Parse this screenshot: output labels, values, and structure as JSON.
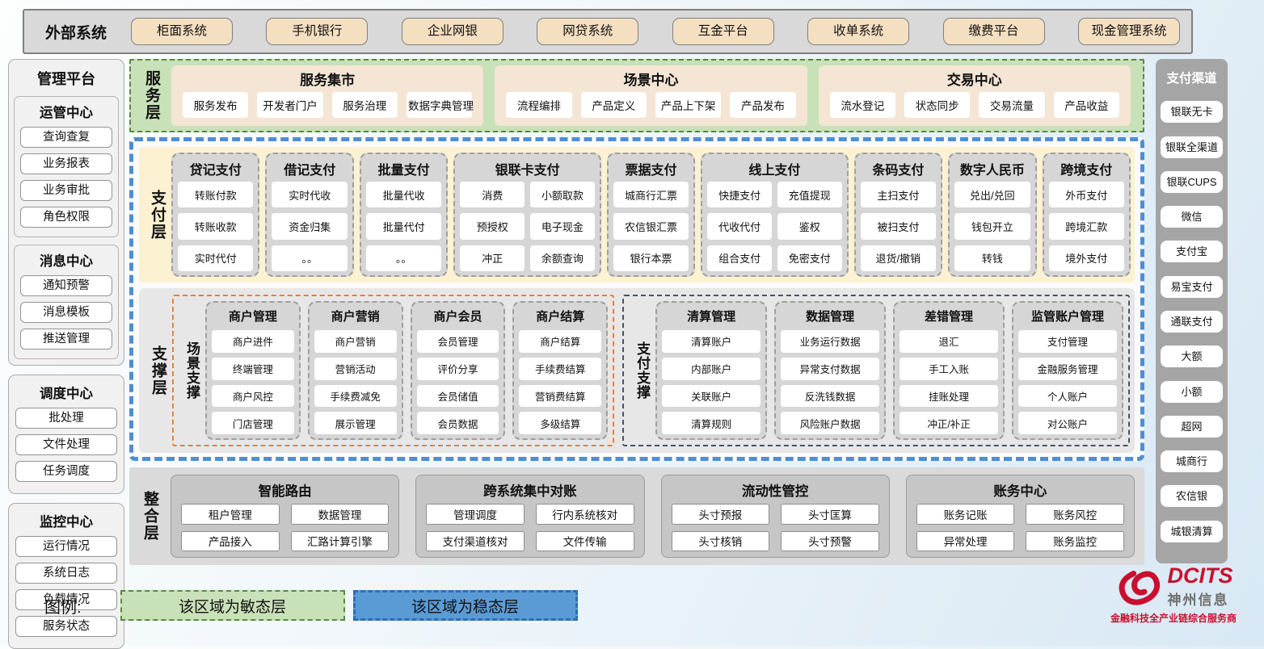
{
  "external": {
    "title": "外部系统",
    "systems": [
      "柜面系统",
      "手机银行",
      "企业网银",
      "网贷系统",
      "互金平台",
      "收单系统",
      "缴费平台",
      "现金管理系统"
    ]
  },
  "management": {
    "title": "管理平台",
    "groups": [
      {
        "title": "运管中心",
        "items": [
          "查询查复",
          "业务报表",
          "业务审批",
          "角色权限"
        ]
      },
      {
        "title": "消息中心",
        "items": [
          "通知预警",
          "消息模板",
          "推送管理"
        ]
      },
      {
        "title": "调度中心",
        "items": [
          "批处理",
          "文件处理",
          "任务调度"
        ]
      },
      {
        "title": "监控中心",
        "items": [
          "运行情况",
          "系统日志",
          "负载情况",
          "服务状态"
        ]
      }
    ]
  },
  "service_layer": {
    "label": "服务层",
    "groups": [
      {
        "title": "服务集市",
        "items": [
          "服务发布",
          "开发者门户",
          "服务治理",
          "数据字典管理"
        ]
      },
      {
        "title": "场景中心",
        "items": [
          "流程编排",
          "产品定义",
          "产品上下架",
          "产品发布"
        ]
      },
      {
        "title": "交易中心",
        "items": [
          "流水登记",
          "状态同步",
          "交易流量",
          "产品收益"
        ]
      }
    ]
  },
  "payment_layer": {
    "label": "支付层",
    "columns": [
      {
        "title": "贷记支付",
        "cols": 1,
        "items": [
          "转账付款",
          "转账收款",
          "实时代付"
        ]
      },
      {
        "title": "借记支付",
        "cols": 1,
        "items": [
          "实时代收",
          "资金归集",
          "。。"
        ]
      },
      {
        "title": "批量支付",
        "cols": 1,
        "items": [
          "批量代收",
          "批量代付",
          "。。"
        ]
      },
      {
        "title": "银联卡支付",
        "cols": 2,
        "items": [
          "消费",
          "小额取款",
          "预授权",
          "电子现金",
          "冲正",
          "余额查询"
        ]
      },
      {
        "title": "票据支付",
        "cols": 1,
        "items": [
          "城商行汇票",
          "农信银汇票",
          "银行本票"
        ]
      },
      {
        "title": "线上支付",
        "cols": 2,
        "items": [
          "快捷支付",
          "充值提现",
          "代收代付",
          "鉴权",
          "组合支付",
          "免密支付"
        ]
      },
      {
        "title": "条码支付",
        "cols": 1,
        "items": [
          "主扫支付",
          "被扫支付",
          "退货/撤销"
        ]
      },
      {
        "title": "数字人民币",
        "cols": 1,
        "items": [
          "兑出/兑回",
          "钱包开立",
          "转钱"
        ]
      },
      {
        "title": "跨境支付",
        "cols": 1,
        "items": [
          "外币支付",
          "跨境汇款",
          "境外支付"
        ]
      }
    ]
  },
  "support_layer": {
    "label": "支撑层",
    "sections": [
      {
        "label": "场景支撑",
        "accent": "#ED7D31",
        "columns": [
          {
            "title": "商户管理",
            "items": [
              "商户进件",
              "终端管理",
              "商户风控",
              "门店管理"
            ]
          },
          {
            "title": "商户营销",
            "items": [
              "商户营销",
              "营销活动",
              "手续费减免",
              "展示管理"
            ]
          },
          {
            "title": "商户会员",
            "items": [
              "会员管理",
              "评价分享",
              "会员储值",
              "会员数据"
            ]
          },
          {
            "title": "商户结算",
            "items": [
              "商户结算",
              "手续费结算",
              "营销费结算",
              "多级结算"
            ]
          }
        ]
      },
      {
        "label": "支付支撑",
        "accent": "#44546A",
        "columns": [
          {
            "title": "清算管理",
            "items": [
              "清算账户",
              "内部账户",
              "关联账户",
              "清算规则"
            ]
          },
          {
            "title": "数据管理",
            "items": [
              "业务运行数据",
              "异常支付数据",
              "反洗钱数据",
              "风险账户数据"
            ]
          },
          {
            "title": "差错管理",
            "items": [
              "退汇",
              "手工入账",
              "挂账处理",
              "冲正/补正"
            ]
          },
          {
            "title": "监管账户管理",
            "items": [
              "支付管理",
              "金融服务管理",
              "个人账户",
              "对公账户"
            ]
          }
        ]
      }
    ]
  },
  "integration_layer": {
    "label": "整合层",
    "groups": [
      {
        "title": "智能路由",
        "items": [
          "租户管理",
          "数据管理",
          "产品接入",
          "汇路计算引擎"
        ]
      },
      {
        "title": "跨系统集中对账",
        "items": [
          "管理调度",
          "行内系统核对",
          "支付渠道核对",
          "文件传输"
        ]
      },
      {
        "title": "流动性管控",
        "items": [
          "头寸预报",
          "头寸匡算",
          "头寸核销",
          "头寸预警"
        ]
      },
      {
        "title": "账务中心",
        "items": [
          "账务记账",
          "账务风控",
          "异常处理",
          "账务监控"
        ]
      }
    ]
  },
  "channels": {
    "title": "支付渠道",
    "items": [
      "银联无卡",
      "银联全渠道",
      "银联CUPS",
      "微信",
      "支付宝",
      "易宝支付",
      "通联支付",
      "大额",
      "小额",
      "超网",
      "城商行",
      "农信银",
      "城银清算"
    ]
  },
  "legend": {
    "label": "图例:",
    "agile": "该区域为敏态层",
    "stable": "该区域为稳态层"
  },
  "logo": {
    "name": "DCITS",
    "company": "神州信息",
    "tagline": "金融科技全产业链综合服务商"
  },
  "colors": {
    "agile_green_bg": "#C9E1B8",
    "agile_green_border": "#568A3F",
    "stable_blue_bg": "#5B9BD5",
    "stable_blue_border": "#2F6EB5",
    "scene_support_accent": "#ED7D31",
    "payment_support_accent": "#44546A",
    "panel_gray": "#D6D6D6",
    "cream": "#FCF2D2",
    "tan": "#F5DFC1",
    "logo_red": "#C8102E"
  }
}
